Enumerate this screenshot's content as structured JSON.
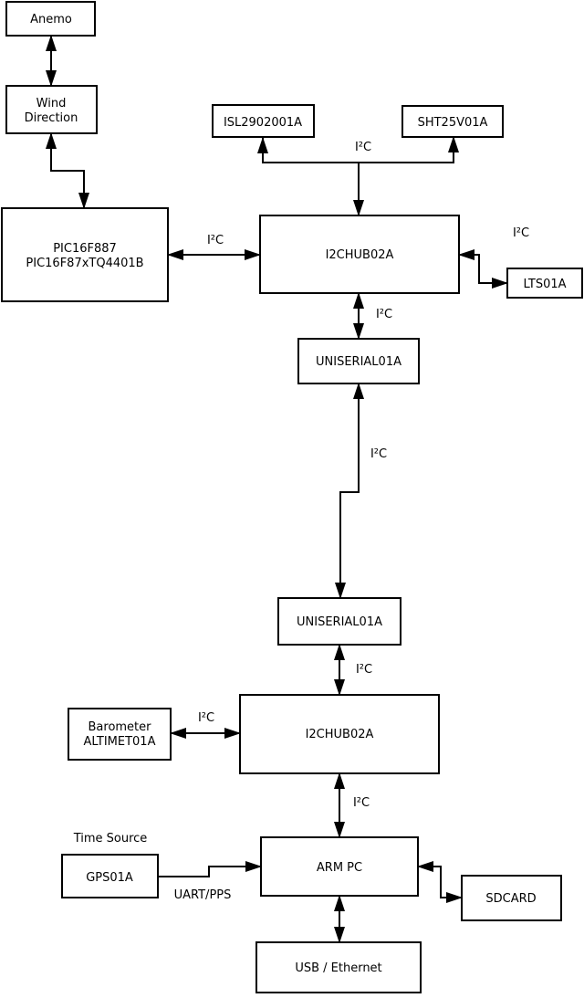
{
  "diagram": {
    "nodes": {
      "anemo": {
        "label": "Anemo"
      },
      "wind_direction": {
        "line1": "Wind",
        "line2": "Direction"
      },
      "pic": {
        "line1": "PIC16F887",
        "line2": "PIC16F87xTQ4401B"
      },
      "isl": {
        "label": "ISL2902001A"
      },
      "sht": {
        "label": "SHT25V01A"
      },
      "hub1": {
        "label": "I2CHUB02A"
      },
      "lts": {
        "label": "LTS01A"
      },
      "uniserial1": {
        "label": "UNISERIAL01A"
      },
      "uniserial2": {
        "label": "UNISERIAL01A"
      },
      "hub2": {
        "label": "I2CHUB02A"
      },
      "barometer": {
        "line1": "Barometer",
        "line2": "ALTIMET01A"
      },
      "gps": {
        "label": "GPS01A"
      },
      "arm": {
        "label": "ARM PC"
      },
      "sdcard": {
        "label": "SDCARD"
      },
      "usb": {
        "label": "USB / Ethernet"
      }
    },
    "edge_labels": {
      "i2c_pic_hub1": "I²C",
      "i2c_hub1_sensors": "I²C",
      "i2c_hub1_lts": "I²C",
      "i2c_hub1_uniserial1": "I²C",
      "i2c_uniserial_link": "I²C",
      "i2c_uniserial2_hub2": "I²C",
      "i2c_barometer_hub2": "I²C",
      "i2c_hub2_arm": "I²C",
      "uart_pps": "UART/PPS"
    },
    "captions": {
      "time_source": "Time Source"
    },
    "colors": {
      "line": "#000000",
      "box_fill": "#ffffff",
      "background": "#ffffff",
      "text": "#000000"
    }
  }
}
